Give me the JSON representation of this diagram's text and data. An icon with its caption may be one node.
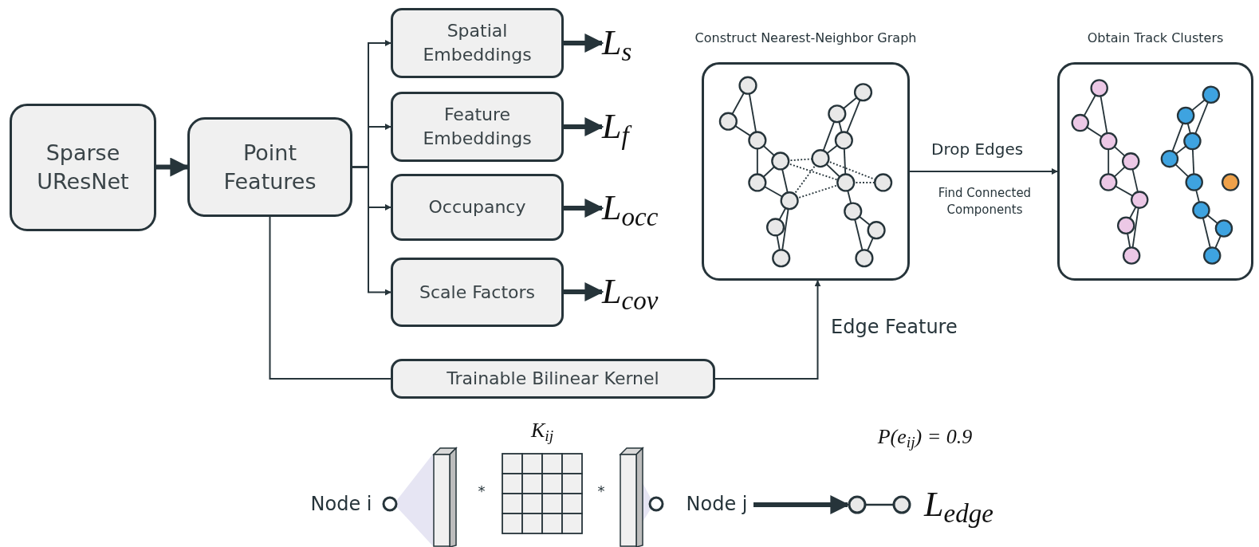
{
  "diagram": {
    "nodes": [
      {
        "text": [
          "Sparse UResNet"
        ]
      },
      {
        "text": [
          "Point Features"
        ]
      },
      {
        "text": [
          "Spatial Embeddings"
        ]
      },
      {
        "text": [
          "Feature Embeddings"
        ]
      },
      {
        "text": [
          "Occupancy"
        ]
      },
      {
        "text": [
          "Scale Factors"
        ]
      },
      {
        "text": [
          "L$_{s}$"
        ]
      },
      {
        "text": [
          "L$_{f}$"
        ]
      },
      {
        "text": [
          "L$_{occ}$"
        ]
      },
      {
        "text": [
          "L$_{cov}$"
        ]
      },
      {
        "text": [
          "Construct Nearest-Neighbor Graph"
        ]
      },
      {
        "text": [
          "Obtain Track Clusters"
        ]
      },
      {
        "text": [
          "Trainable Bilinear Kernel"
        ]
      },
      {
        "text": [
          "Node i"
        ]
      },
      {
        "text": [
          "Node j"
        ]
      },
      {
        "text": [
          "L$_{edge}$"
        ]
      }
    ],
    "edges": [
      {
        "from": 0,
        "to": 1,
        "arrow": "to",
        "style": "thick"
      },
      {
        "from": 1,
        "to": 2,
        "arrow": "to"
      },
      {
        "from": 1,
        "to": 3,
        "arrow": "to"
      },
      {
        "from": 1,
        "to": 4,
        "arrow": "to"
      },
      {
        "from": 1,
        "to": 5,
        "arrow": "to"
      },
      {
        "from": 2,
        "to": 6,
        "arrow": "to",
        "style": "thick"
      },
      {
        "from": 3,
        "to": 7,
        "arrow": "to",
        "style": "thick"
      },
      {
        "from": 4,
        "to": 8,
        "arrow": "to",
        "style": "thick"
      },
      {
        "from": 5,
        "to": 9,
        "arrow": "to",
        "style": "thick"
      },
      {
        "from": 1,
        "to": 12,
        "arrow": "none"
      },
      {
        "from": 12,
        "to": 10,
        "arrow": "to",
        "label": "Edge Feature"
      },
      {
        "from": 10,
        "to": 11,
        "arrow": "to",
        "label": "Drop Edges"
      },
      {
        "from": 14,
        "to": 15,
        "arrow": "to",
        "style": "thick"
      }
    ],
    "labels": [
      "Find Connected Components",
      "K$_{ij}$",
      "*",
      "*",
      "P(e$_{ij}$) = 0.9"
    ]
  }
}
